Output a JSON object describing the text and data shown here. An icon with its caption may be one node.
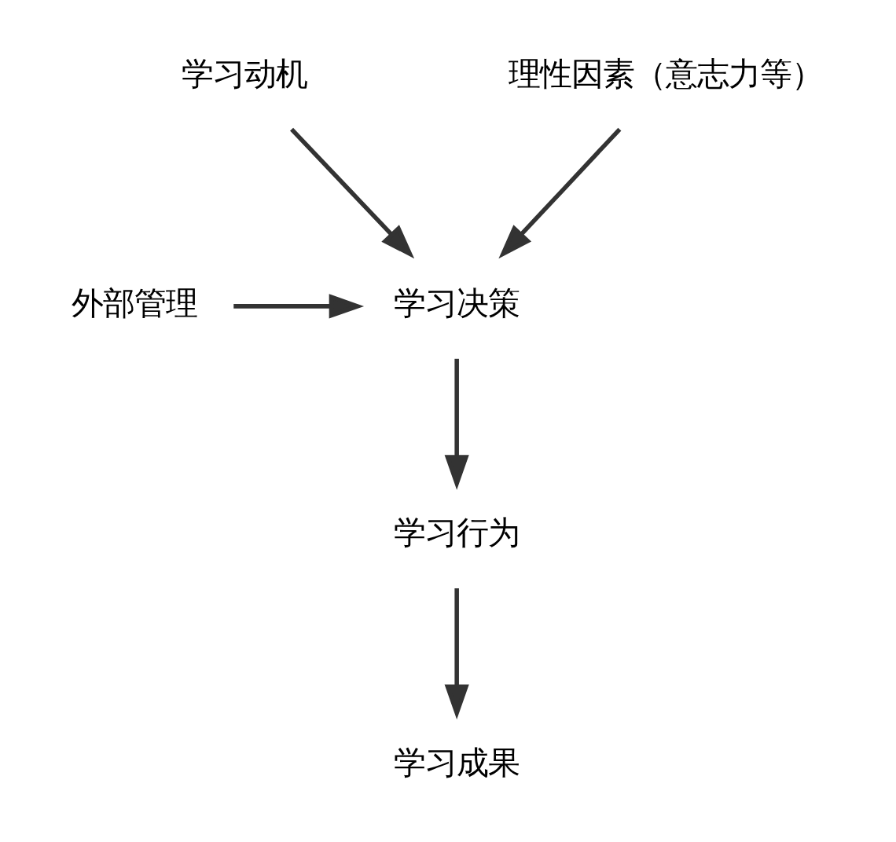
{
  "diagram": {
    "nodes": [
      {
        "text": [
          "学习动机"
        ]
      },
      {
        "text": [
          "理性因素（意志力等）"
        ]
      },
      {
        "text": [
          "外部管理"
        ]
      },
      {
        "text": [
          "学习决策"
        ]
      },
      {
        "text": [
          "学习行为"
        ]
      },
      {
        "text": [
          "学习成果"
        ]
      }
    ],
    "edges": [
      {
        "from": 0,
        "to": 3,
        "arrow": "to"
      },
      {
        "from": 1,
        "to": 3,
        "arrow": "to"
      },
      {
        "from": 2,
        "to": 3,
        "arrow": "to"
      },
      {
        "from": 3,
        "to": 4,
        "arrow": "to"
      },
      {
        "from": 4,
        "to": 5,
        "arrow": "to"
      }
    ]
  }
}
